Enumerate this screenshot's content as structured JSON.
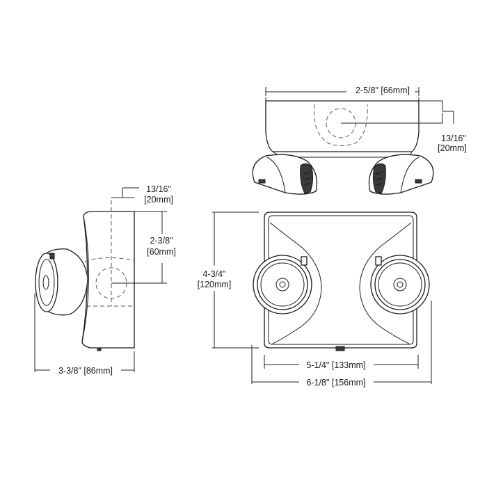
{
  "dimensions": {
    "top_depth": "2-5/8\" [66mm]",
    "top_offset_in": "13/16\"",
    "top_offset_mm": "[20mm]",
    "side_offset_in": "13/16\"",
    "side_offset_mm": "[20mm]",
    "side_center_in": "2-3/8\"",
    "side_center_mm": "[60mm]",
    "side_depth": "3-3/8\" [86mm]",
    "front_height_in": "4-3/4\"",
    "front_height_mm": "[120mm]",
    "front_inner_width": "5-1/4\" [133mm]",
    "front_overall_width": "6-1/8\" [156mm]"
  }
}
